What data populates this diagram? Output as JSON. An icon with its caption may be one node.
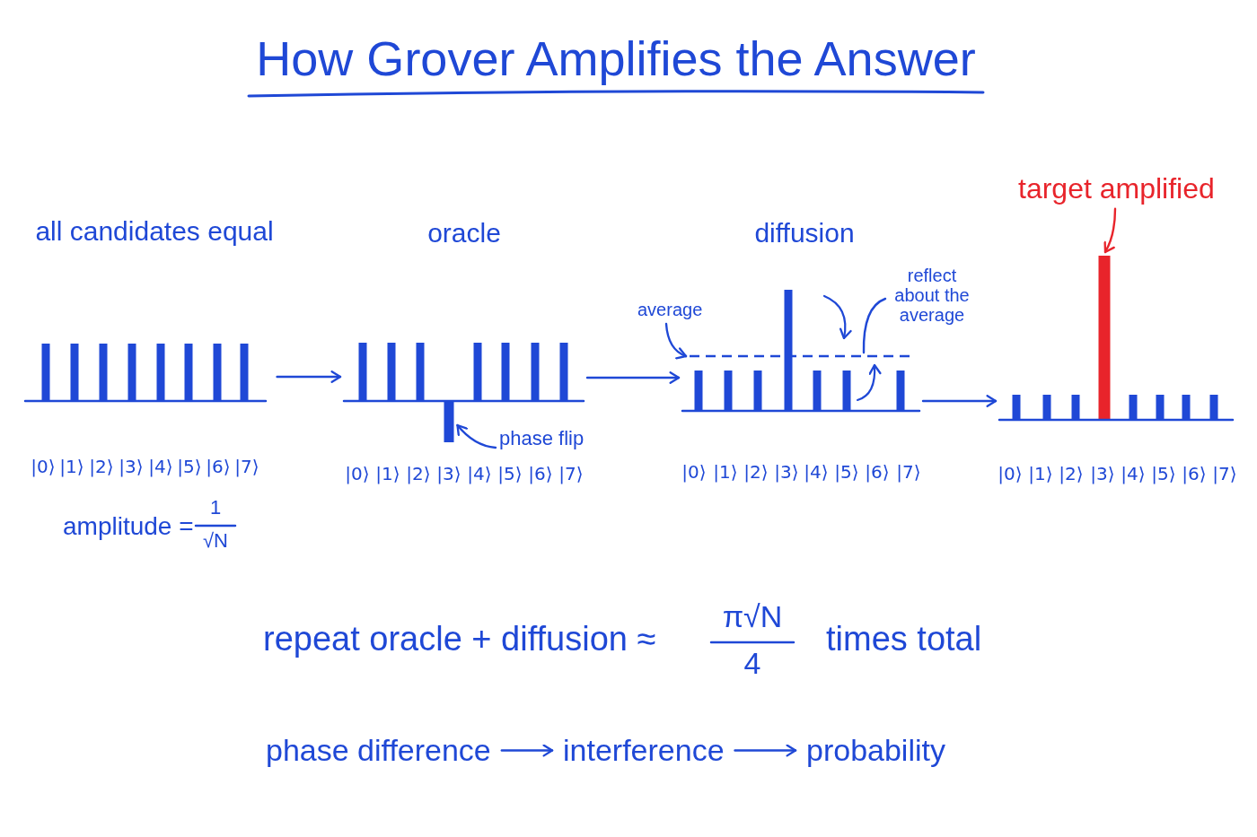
{
  "diagram": {
    "title": "How Grover Amplifies the Answer",
    "nodes": [
      {
        "text": [
          "all candidates equal"
        ],
        "beside": [
          "|0⟩",
          "|1⟩",
          "|2⟩",
          "|3⟩",
          "|4⟩",
          "|5⟩",
          "|6⟩",
          "|7⟩"
        ]
      },
      {
        "text": [
          "oracle"
        ],
        "beside": [
          "|0⟩",
          "|1⟩",
          "|2⟩",
          "|3⟩",
          "|4⟩",
          "|5⟩",
          "|6⟩",
          "|7⟩"
        ]
      },
      {
        "text": [],
        "shape": "bar"
      },
      {
        "text": [
          "phase flip"
        ]
      },
      {
        "text": [
          "diffusion"
        ],
        "beside": [
          "|0⟩",
          "|1⟩",
          "|2⟩",
          "|3⟩",
          "|4⟩",
          "|5⟩",
          "|6⟩",
          "|7⟩"
        ]
      },
      {
        "text": [
          "average"
        ]
      },
      {
        "text": [],
        "shape": "line",
        "in": 4
      },
      {
        "text": [
          "reflect about the average"
        ]
      },
      {
        "text": [
          "target amplified"
        ]
      },
      {
        "text": [],
        "shape": "picture",
        "beside": [
          "|0⟩",
          "|1⟩",
          "|2⟩",
          "|3⟩",
          "|4⟩",
          "|5⟩",
          "|6⟩",
          "|7⟩"
        ]
      },
      {
        "text": [],
        "shape": "bar"
      },
      {
        "text": [
          "phase difference"
        ]
      },
      {
        "text": [
          "interference"
        ]
      },
      {
        "text": [
          "probability"
        ]
      }
    ],
    "edges": [
      {
        "from": 0,
        "to": 1,
        "arrow": "to"
      },
      {
        "from": 1,
        "to": 4,
        "arrow": "to"
      },
      {
        "from": 4,
        "to": 9,
        "arrow": "to"
      },
      {
        "from": 3,
        "to": 2,
        "arrow": "to"
      },
      {
        "from": 5,
        "to": 6,
        "arrow": "to"
      },
      {
        "from": 7,
        "to": 6,
        "arrow": "none"
      },
      {
        "from": 8,
        "to": 10,
        "arrow": "to",
        "color": "#e8242b"
      },
      {
        "from": 11,
        "to": 12,
        "arrow": "to"
      },
      {
        "from": 12,
        "to": 13,
        "arrow": "to"
      }
    ],
    "labels": [
      "amplitude =",
      "1",
      "√N",
      "repeat oracle + diffusion ≈",
      "π√N",
      "4",
      "times total"
    ]
  }
}
